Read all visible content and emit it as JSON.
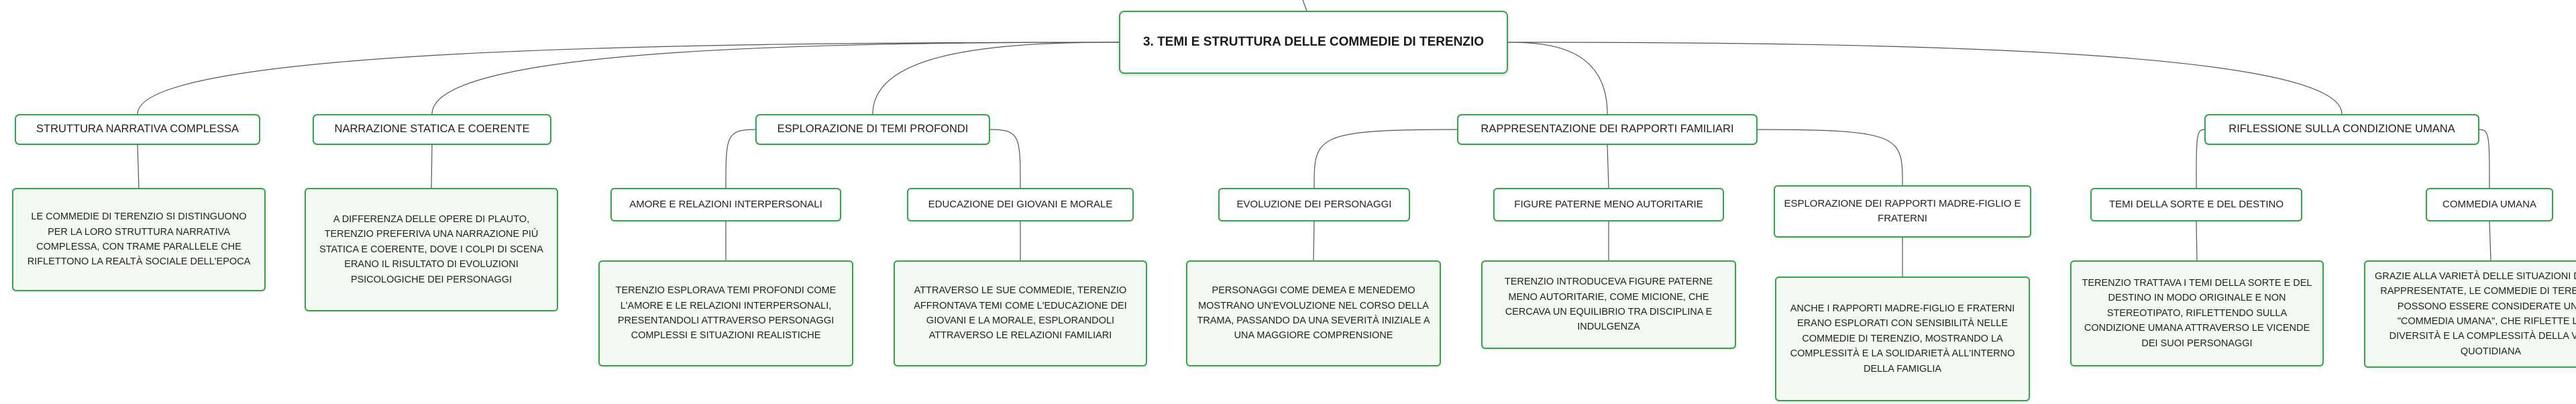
{
  "root": {
    "label": "3. TEMI E STRUTTURA DELLE COMMEDIE DI TERENZIO"
  },
  "topics": {
    "struttura": {
      "label": "STRUTTURA NARRATIVA COMPLESSA",
      "detail": "LE COMMEDIE DI TERENZIO SI DISTINGUONO PER LA LORO STRUTTURA NARRATIVA COMPLESSA, CON TRAME PARALLELE CHE RIFLETTONO LA REALTÀ SOCIALE DELL'EPOCA"
    },
    "narrazione": {
      "label": "NARRAZIONE STATICA E COERENTE",
      "detail": "A DIFFERENZA DELLE OPERE DI PLAUTO, TERENZIO PREFERIVA UNA NARRAZIONE PIÙ STATICA E COERENTE, DOVE I COLPI DI SCENA ERANO IL RISULTATO DI EVOLUZIONI PSICOLOGICHE DEI PERSONAGGI"
    },
    "esplorazione": {
      "label": "ESPLORAZIONE DI TEMI PROFONDI",
      "subs": {
        "amore": {
          "label": "AMORE E RELAZIONI INTERPERSONALI",
          "detail": "TERENZIO ESPLORAVA TEMI PROFONDI COME L'AMORE E LE RELAZIONI INTERPERSONALI, PRESENTANDOLI ATTRAVERSO PERSONAGGI COMPLESSI E SITUAZIONI REALISTICHE"
        },
        "educazione": {
          "label": "EDUCAZIONE DEI GIOVANI E MORALE",
          "detail": "ATTRAVERSO LE SUE COMMEDIE, TERENZIO AFFRONTAVA TEMI COME L'EDUCAZIONE DEI GIOVANI E LA MORALE, ESPLORANDOLI ATTRAVERSO LE RELAZIONI FAMILIARI"
        }
      }
    },
    "rapporti": {
      "label": "RAPPRESENTAZIONE DEI RAPPORTI FAMILIARI",
      "subs": {
        "evoluzione": {
          "label": "EVOLUZIONE DEI PERSONAGGI",
          "detail": "PERSONAGGI COME DEMEA E MENEDEMO MOSTRANO UN'EVOLUZIONE NEL CORSO DELLA TRAMA, PASSANDO DA UNA SEVERITÀ INIZIALE A UNA MAGGIORE COMPRENSIONE"
        },
        "figure": {
          "label": "FIGURE PATERNE MENO AUTORITARIE",
          "detail": "TERENZIO INTRODUCEVA FIGURE PATERNE MENO AUTORITARIE, COME MICIONE, CHE CERCAVA UN EQUILIBRIO TRA DISCIPLINA E INDULGENZA"
        },
        "madre": {
          "label": "ESPLORAZIONE DEI RAPPORTI MADRE-FIGLIO E FRATERNI",
          "detail": "ANCHE I RAPPORTI MADRE-FIGLIO E FRATERNI ERANO ESPLORATI CON SENSIBILITÀ NELLE COMMEDIE DI TERENZIO, MOSTRANDO LA COMPLESSITÀ E LA SOLIDARIETÀ ALL'INTERNO DELLA FAMIGLIA"
        }
      }
    },
    "riflessione": {
      "label": "RIFLESSIONE SULLA CONDIZIONE UMANA",
      "subs": {
        "sorte": {
          "label": "TEMI DELLA SORTE E DEL DESTINO",
          "detail": "TERENZIO TRATTAVA I TEMI DELLA SORTE E DEL DESTINO IN MODO ORIGINALE E NON STEREOTIPATO, RIFLETTENDO SULLA CONDIZIONE UMANA ATTRAVERSO LE VICENDE DEI SUOI PERSONAGGI"
        },
        "commedia": {
          "label": "COMMEDIA UMANA",
          "detail": "GRAZIE ALLA VARIETÀ DELLE SITUAZIONI DI VITA RAPPRESENTATE, LE COMMEDIE DI TERENZIO POSSONO ESSERE CONSIDERATE UNA \"COMMEDIA UMANA\", CHE RIFLETTE LA DIVERSITÀ E LA COMPLESSITÀ DELLA VITA QUOTIDIANA"
        }
      }
    }
  },
  "colors": {
    "node_border": "#3aa24b",
    "detail_fill": "#f3faf4",
    "connector": "#555555"
  }
}
